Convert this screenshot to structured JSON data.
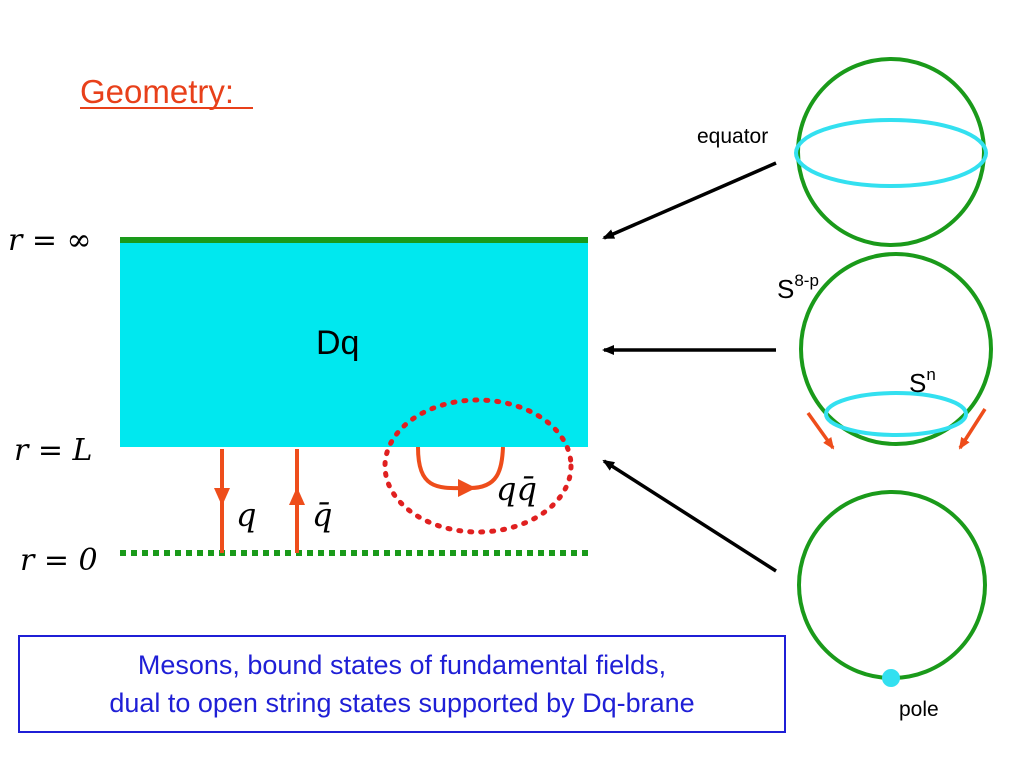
{
  "title": {
    "text": "Geometry",
    "suffix": ":"
  },
  "brane": {
    "label": "Dq"
  },
  "radial": {
    "infinity_label": "r = ∞",
    "L_label": "r = L",
    "zero_label": "r = 0"
  },
  "strings": {
    "quark_label": "q",
    "antiquark_label": "q̄",
    "meson_label": "qq̄"
  },
  "spheres": {
    "equator_label": "equator",
    "s8p_base": "S",
    "s8p_sup": "8-p",
    "sn_base": "S",
    "sn_sup": "n",
    "pole_label": "pole"
  },
  "caption": {
    "line1": "Mesons, bound states of fundamental fields,",
    "line2": "dual to open string states supported by Dq-brane"
  },
  "colors": {
    "title": "#e8401a",
    "brane_fill": "#00e8ef",
    "green": "#1a9a1a",
    "orange": "#ee4d1b",
    "dotted_red": "#e02020",
    "cyan_ring": "#33e0f0",
    "caption": "#1f1fd6"
  }
}
